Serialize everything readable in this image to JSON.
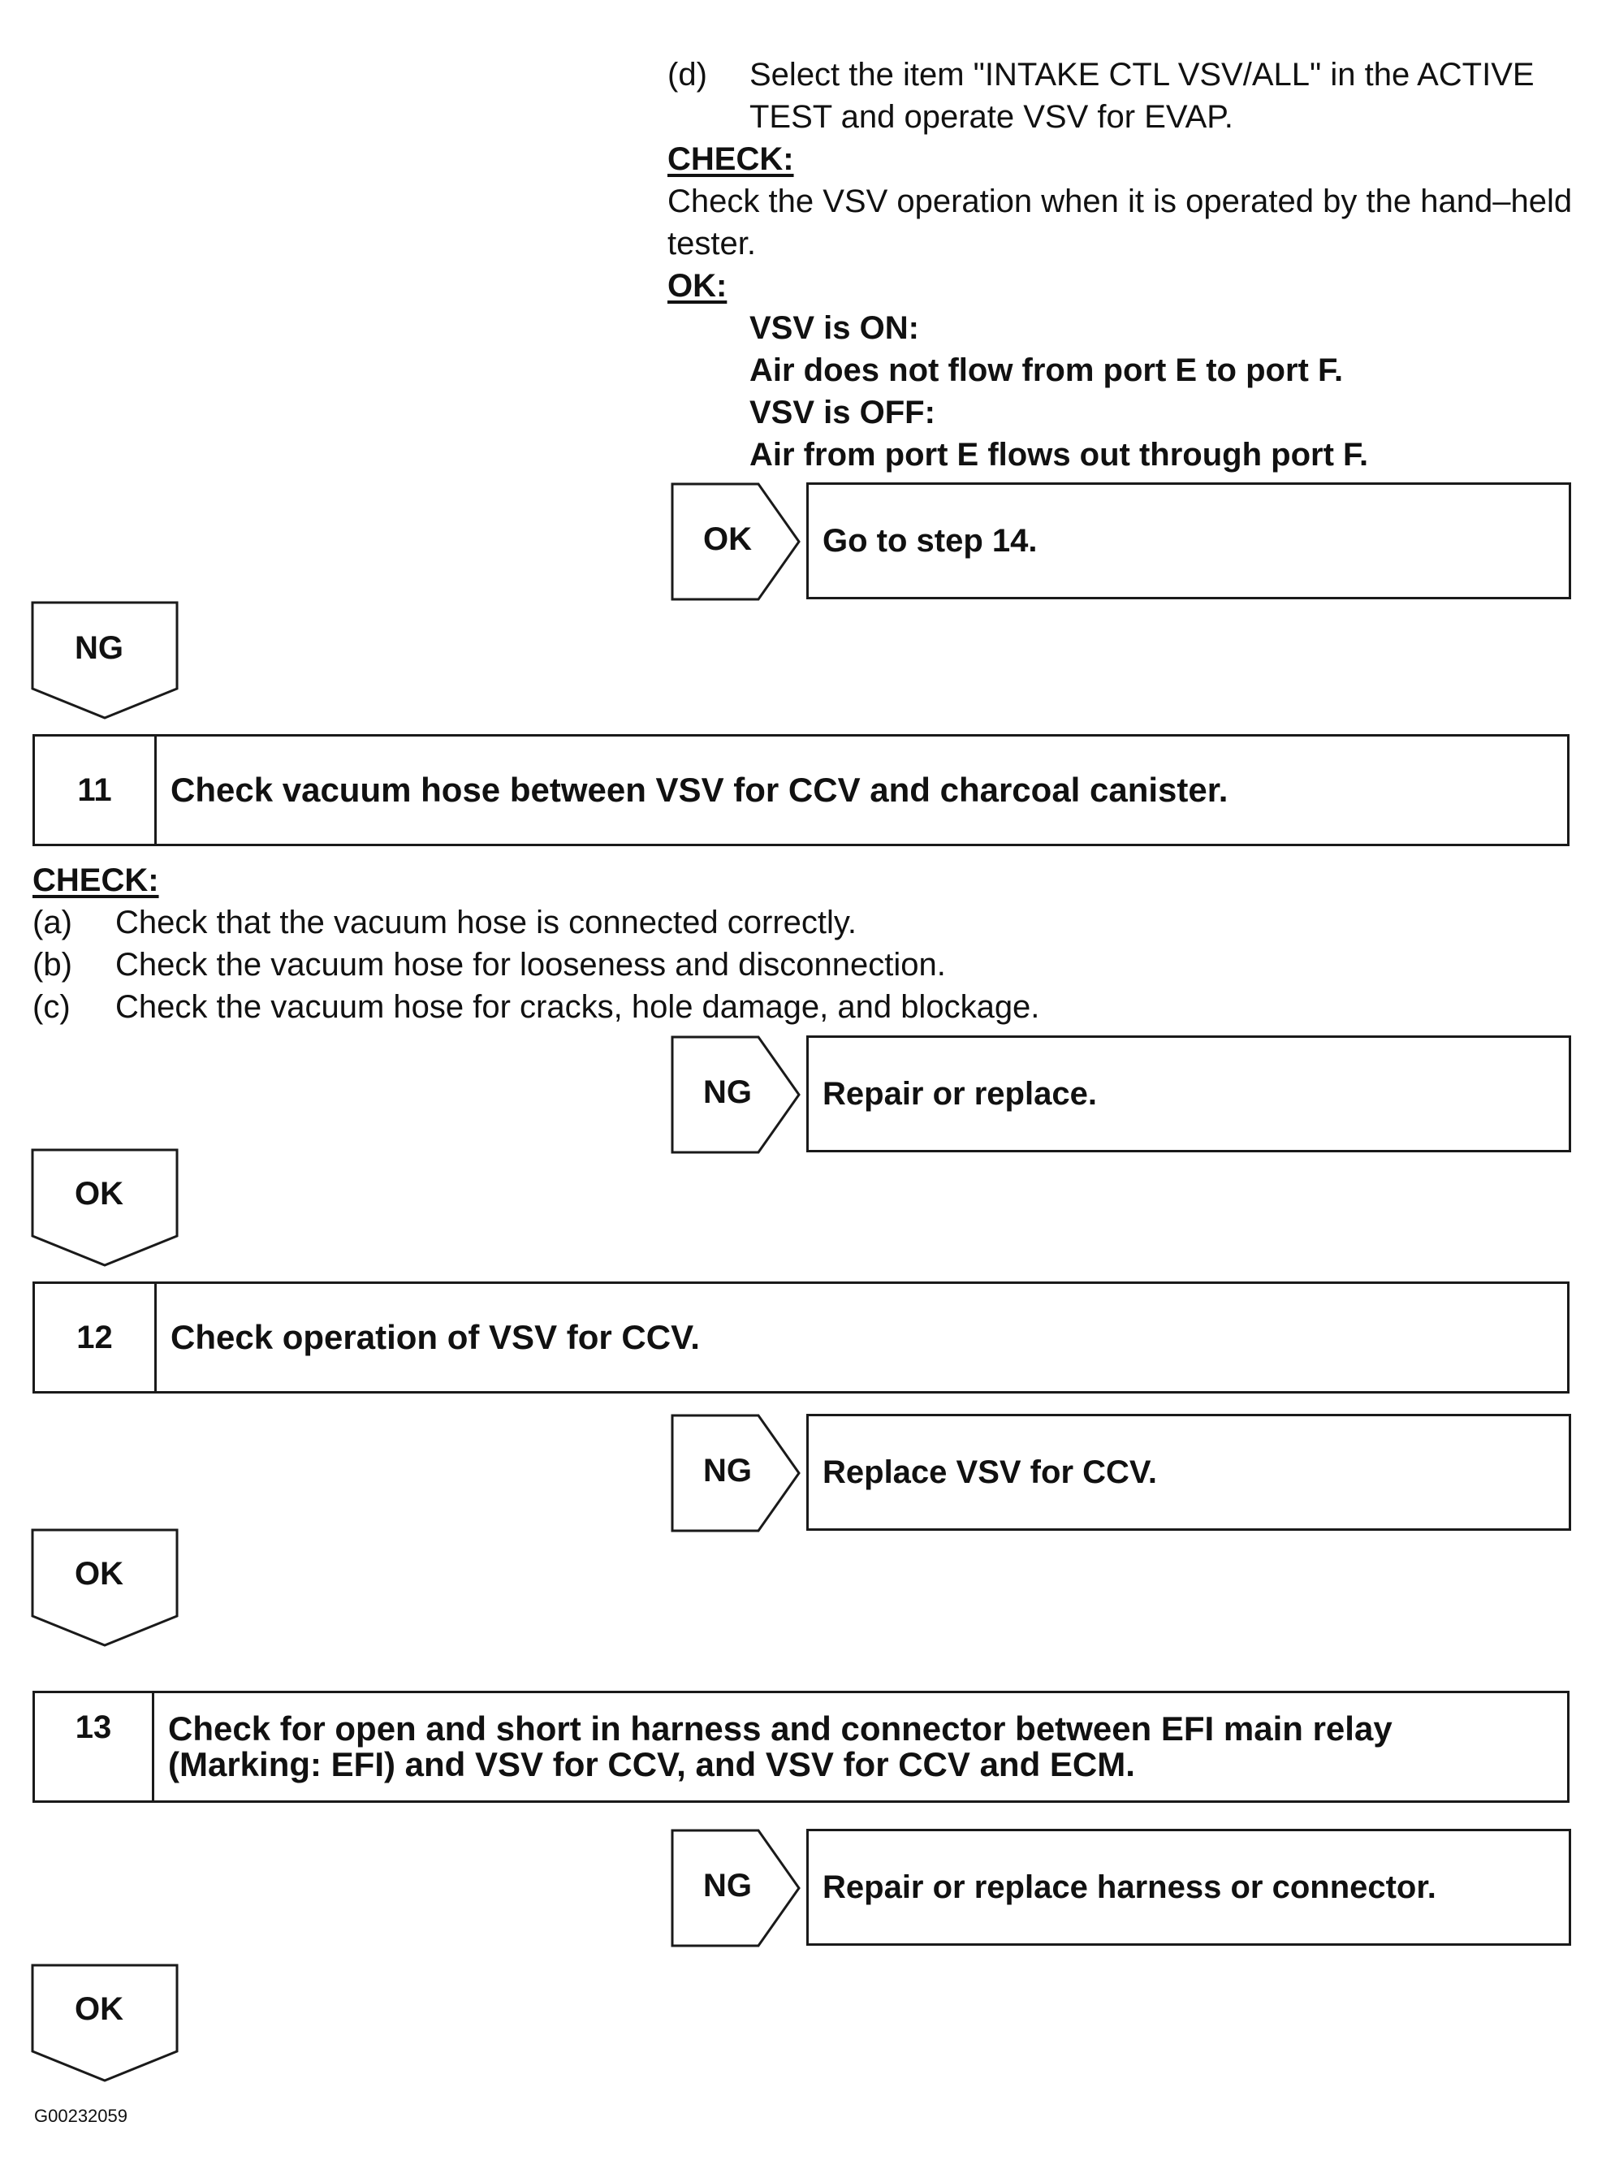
{
  "section_d": {
    "marker": "(d)",
    "line1": "Select the item \"INTAKE CTL VSV/ALL\" in the ACTIVE",
    "line2": "TEST and operate VSV for EVAP.",
    "check_label": "CHECK:",
    "check_line1": "Check the VSV operation when it is operated by the hand–held",
    "check_line2": "tester.",
    "ok_label": "OK:",
    "ok_lines": [
      "VSV is ON:",
      "Air does not flow from port E to port F.",
      "VSV is OFF:",
      "Air from port E flows out through port F."
    ],
    "result": {
      "tag": "OK",
      "action": "Go to step 14."
    },
    "down_tag": "NG"
  },
  "step11": {
    "number": "11",
    "title": "Check vacuum hose between VSV for CCV and charcoal canister.",
    "check_label": "CHECK:",
    "items": [
      {
        "marker": "(a)",
        "text": "Check that the vacuum hose is connected correctly."
      },
      {
        "marker": "(b)",
        "text": "Check the vacuum hose for looseness and disconnection."
      },
      {
        "marker": "(c)",
        "text": "Check the vacuum hose for cracks, hole damage, and blockage."
      }
    ],
    "result": {
      "tag": "NG",
      "action": "Repair or replace."
    },
    "down_tag": "OK"
  },
  "step12": {
    "number": "12",
    "title": "Check operation of VSV for CCV.",
    "result": {
      "tag": "NG",
      "action": "Replace VSV for CCV."
    },
    "down_tag": "OK"
  },
  "step13": {
    "number": "13",
    "title_line1": "Check for open and short in harness and connector between EFI main relay",
    "title_line2": "(Marking: EFI) and VSV for CCV, and VSV for CCV and ECM.",
    "result": {
      "tag": "NG",
      "action": "Repair or replace harness or connector."
    },
    "down_tag": "OK"
  },
  "footer": {
    "figure_id": "G00232059"
  },
  "colors": {
    "ink": "#111111",
    "border": "#1a1a1a",
    "background": "#ffffff"
  }
}
